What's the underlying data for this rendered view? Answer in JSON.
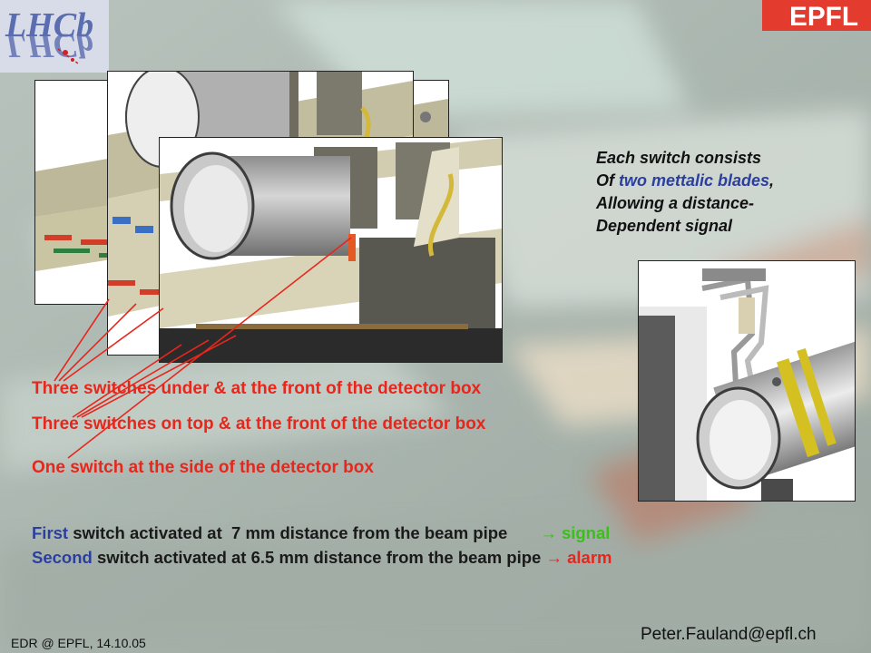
{
  "logos": {
    "lhcb": "LHCb",
    "epfl": "EPFL"
  },
  "captions": {
    "under_front": "Three switches under & at the front of  the detector box",
    "top_front": "Three switches on top & at the front  of the detector box",
    "side": "One switch at the side of the detector box"
  },
  "note": {
    "line1": "Each switch consists",
    "line2_prefix": "Of ",
    "line2_highlight": "two mettalic blades",
    "line2_suffix": ",",
    "line3": "Allowing a distance-",
    "line4": "Dependent signal"
  },
  "activation": {
    "first_word": "First",
    "first_text": " switch activated at  7 mm distance from the beam pipe       ",
    "first_arrow": "→",
    "first_result": " signal",
    "second_word": "Second",
    "second_text": " switch activated at 6.5 mm distance from the beam pipe ",
    "second_arrow": "→",
    "second_result": " alarm"
  },
  "footer": {
    "left": "EDR @ EPFL, 14.10.05",
    "right": "Peter.Fauland@epfl.ch"
  },
  "colors": {
    "caption": "#e8261c",
    "highlight": "#2b3f9e",
    "signal": "#3bbf1a",
    "alarm": "#e8261c"
  }
}
